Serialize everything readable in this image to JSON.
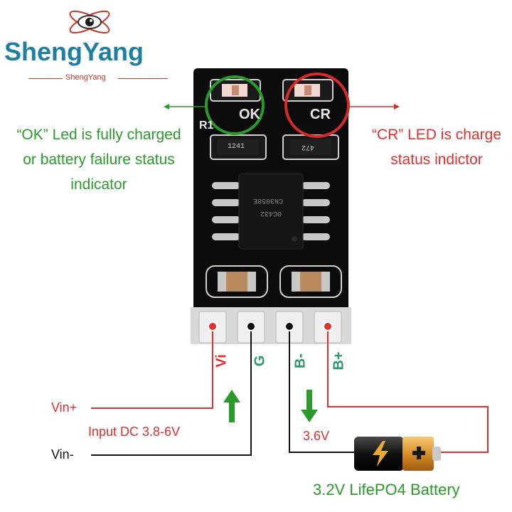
{
  "brand": {
    "name": "ShengYang",
    "subname": "ShengYang"
  },
  "board": {
    "ok_silk": "OK",
    "cr_silk": "CR",
    "r1_silk": "R1",
    "res1_code": "1241",
    "res2_code": "472",
    "chip_line1": "CN3058E",
    "chip_line2": "0C432"
  },
  "annotations": {
    "ok_led": "“OK” Led is fully charged or battery failure status indicator",
    "cr_led": "“CR” LED is charge status indictor"
  },
  "pins": {
    "vi": "Vi",
    "g": "G",
    "bminus": "B-",
    "bplus": "B+"
  },
  "wiring": {
    "vin_plus": "Vin+",
    "vin_minus": "Vin-",
    "input": "Input DC 3.8-6V",
    "battery_voltage": "3.6V",
    "battery_label": "3.2V LifePO4 Battery"
  },
  "colors": {
    "green": "#2a9a2a",
    "red": "#e03030",
    "brand_blue": "#1f7fa0",
    "board": "#0c0c0c"
  },
  "icons": [
    "eye-logo-icon",
    "up-arrow-icon",
    "down-arrow-icon",
    "lightning-icon",
    "plus-icon"
  ]
}
